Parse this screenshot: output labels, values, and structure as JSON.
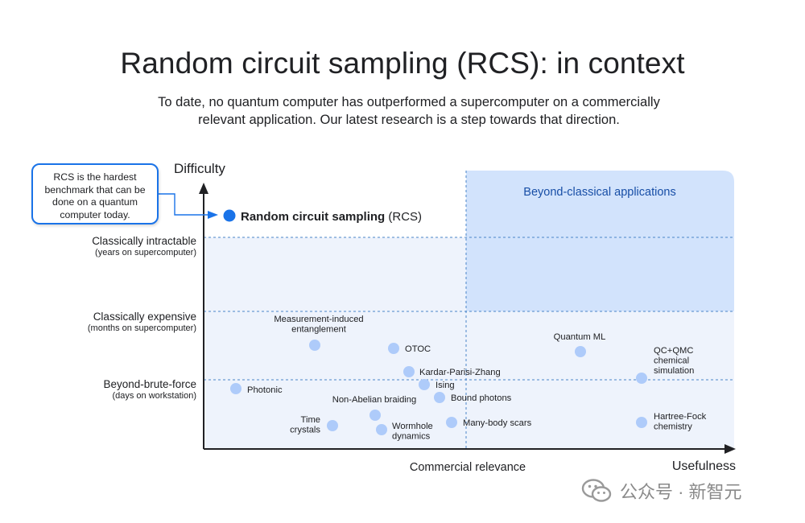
{
  "chart_data": {
    "type": "scatter",
    "title": "Random circuit sampling (RCS): in context",
    "subtitle_lines": [
      "To date, no quantum computer has outperformed a supercomputer on a commercially",
      "relevant application. Our latest research is a step towards that direction."
    ],
    "xlabel": "Usefulness",
    "ylabel": "Difficulty",
    "x_marker_label": "Commercial relevance",
    "region_label": "Beyond-classical applications",
    "y_levels": [
      {
        "label": "Classically intractable",
        "sub": "(years on supercomputer)"
      },
      {
        "label": "Classically expensive",
        "sub": "(months on supercomputer)"
      },
      {
        "label": "Beyond-brute-force",
        "sub": "(days on workstation)"
      }
    ],
    "highlight": {
      "label_bold": "Random circuit sampling",
      "label_rest": "(RCS)"
    },
    "callout_lines": [
      "RCS is the hardest",
      "benchmark that can be",
      "done on a quantum",
      "computer today."
    ],
    "points": [
      {
        "label": [
          "Measurement-induced",
          "entanglement"
        ]
      },
      {
        "label": [
          "OTOC"
        ]
      },
      {
        "label": [
          "Quantum ML"
        ]
      },
      {
        "label": [
          "QC+QMC",
          "chemical",
          "simulation"
        ]
      },
      {
        "label": [
          "Kardar-Parisi-Zhang"
        ]
      },
      {
        "label": [
          "Ising"
        ]
      },
      {
        "label": [
          "Photonic"
        ]
      },
      {
        "label": [
          "Non-Abelian braiding"
        ]
      },
      {
        "label": [
          "Bound photons"
        ]
      },
      {
        "label": [
          "Time",
          "crystals"
        ]
      },
      {
        "label": [
          "Wormhole",
          "dynamics"
        ]
      },
      {
        "label": [
          "Many-body scars"
        ]
      },
      {
        "label": [
          "Hartree-Fock",
          "chemistry"
        ]
      }
    ],
    "colors": {
      "highlight": "#1a73e8",
      "point": "#aecbfa",
      "region": "#d2e3fc",
      "band": "#eef3fc",
      "axis": "#202124",
      "gridline": "#4a86c8",
      "region_text": "#174ea6"
    }
  },
  "watermark": {
    "text": "公众号 · 新智元",
    "icon": "wechat-icon"
  }
}
